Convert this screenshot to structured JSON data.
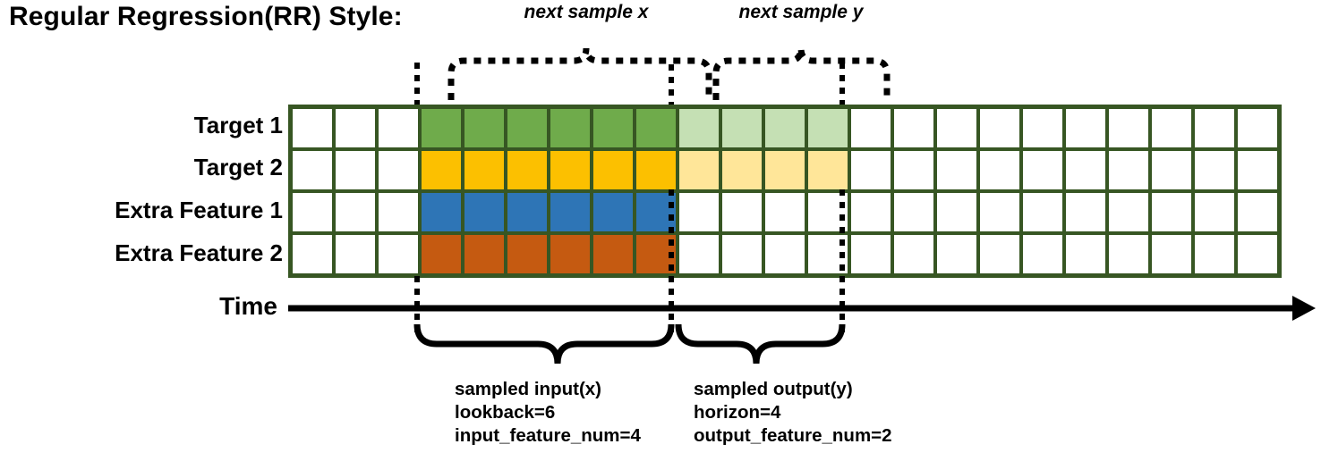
{
  "title": "Regular Regression(RR) Style:",
  "axis": {
    "time_label": "Time",
    "arrow": "right-arrow"
  },
  "rows": [
    {
      "label": "Target 1",
      "kind": "target",
      "color": "#6fab4b",
      "faded_color": "#c5e0b4"
    },
    {
      "label": "Target 2",
      "kind": "target",
      "color": "#fcc000",
      "faded_color": "#ffe699"
    },
    {
      "label": "Extra Feature 1",
      "kind": "feature",
      "color": "#2e75b6",
      "faded_color": null
    },
    {
      "label": "Extra Feature 2",
      "kind": "feature",
      "color": "#c55a11",
      "faded_color": null
    }
  ],
  "grid": {
    "total_columns": 23,
    "leading_empty_columns": 3,
    "input_columns": 6,
    "output_columns": 4,
    "trailing_empty_columns": 10,
    "border_color": "#375623"
  },
  "top_braces": [
    {
      "label": "next sample x",
      "span": "input"
    },
    {
      "label": "next sample y",
      "span": "output"
    }
  ],
  "bottom_braces": [
    {
      "span": "input",
      "lines": [
        "sampled input(x)",
        "lookback=6",
        "input_feature_num=4"
      ],
      "params": {
        "lookback": 6,
        "input_feature_num": 4
      }
    },
    {
      "span": "output",
      "lines": [
        "sampled output(y)",
        "horizon=4",
        "output_feature_num=2"
      ],
      "params": {
        "horizon": 4,
        "output_feature_num": 2
      }
    }
  ],
  "colors": {
    "grid_border": "#375623",
    "target1": "#6fab4b",
    "target1_faded": "#c5e0b4",
    "target2": "#fcc000",
    "target2_faded": "#ffe699",
    "extra1": "#2e75b6",
    "extra2": "#c55a11",
    "ink": "#000000",
    "background": "#ffffff"
  }
}
